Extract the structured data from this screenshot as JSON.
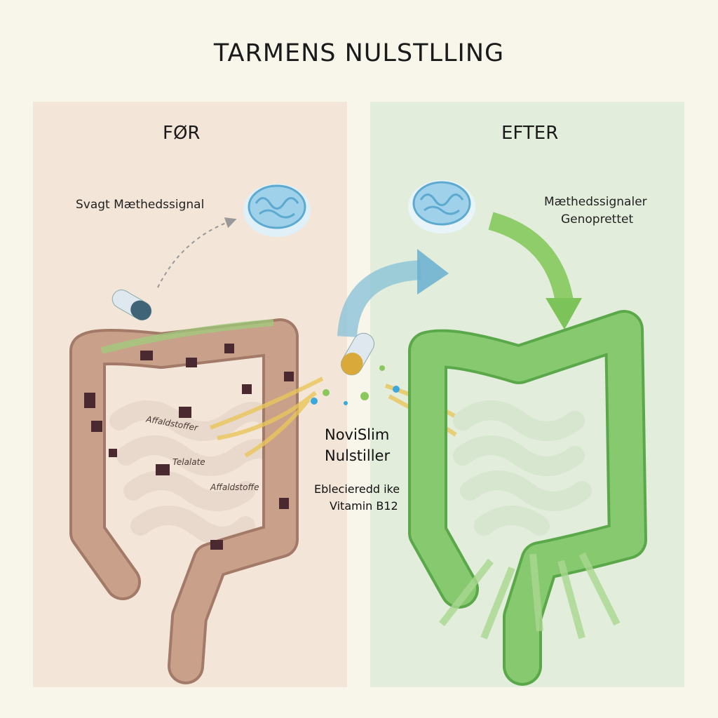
{
  "title": "TARMENS NULSTLLING",
  "before": {
    "heading": "FØR",
    "signal": "Svagt Mæthedssignal",
    "waste_labels": [
      "Affaldstoffer",
      "Telalate",
      "Affaldstoffe"
    ]
  },
  "after": {
    "heading": "EFTER",
    "signal_line1": "Mæthedssignaler",
    "signal_line2": "Genoprettet"
  },
  "product": {
    "name_line1": "NoviSlim",
    "name_line2": "Nulstiller",
    "ingredient1": "Eblecieredd ike",
    "ingredient2": "Vitamin B12"
  },
  "colors": {
    "before_bg": "#f3e5d7",
    "after_bg": "#e2eddb",
    "colon_before": "#c9a08a",
    "colon_after": "#7cc46a",
    "arrow_blue": "#8cc3d8",
    "arrow_green": "#8fcc6a"
  }
}
